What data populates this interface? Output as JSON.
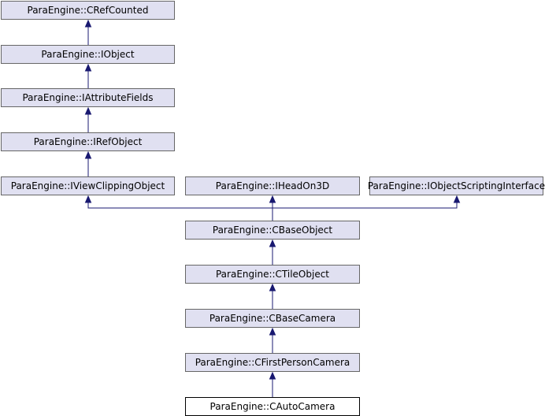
{
  "nodes": [
    {
      "id": "crefcounted",
      "label": "ParaEngine::CRefCounted",
      "current": false
    },
    {
      "id": "iobject",
      "label": "ParaEngine::IObject",
      "current": false
    },
    {
      "id": "iattributefields",
      "label": "ParaEngine::IAttributeFields",
      "current": false
    },
    {
      "id": "irefobject",
      "label": "ParaEngine::IRefObject",
      "current": false
    },
    {
      "id": "iviewclippingobject",
      "label": "ParaEngine::IViewClippingObject",
      "current": false
    },
    {
      "id": "iheadon3d",
      "label": "ParaEngine::IHeadOn3D",
      "current": false
    },
    {
      "id": "iobjectscriptinginterface",
      "label": "ParaEngine::IObjectScriptingInterface",
      "current": false
    },
    {
      "id": "cbaseobject",
      "label": "ParaEngine::CBaseObject",
      "current": false
    },
    {
      "id": "ctileobject",
      "label": "ParaEngine::CTileObject",
      "current": false
    },
    {
      "id": "cbasecamera",
      "label": "ParaEngine::CBaseCamera",
      "current": false
    },
    {
      "id": "cfirstpersoncamera",
      "label": "ParaEngine::CFirstPersonCamera",
      "current": false
    },
    {
      "id": "cautocamera",
      "label": "ParaEngine::CAutoCamera",
      "current": true
    }
  ],
  "edges": [
    {
      "from": "iobject",
      "to": "crefcounted"
    },
    {
      "from": "iattributefields",
      "to": "iobject"
    },
    {
      "from": "irefobject",
      "to": "iattributefields"
    },
    {
      "from": "iviewclippingobject",
      "to": "irefobject"
    },
    {
      "from": "cbaseobject",
      "to": "iviewclippingobject"
    },
    {
      "from": "cbaseobject",
      "to": "iheadon3d"
    },
    {
      "from": "cbaseobject",
      "to": "iobjectscriptinginterface"
    },
    {
      "from": "ctileobject",
      "to": "cbaseobject"
    },
    {
      "from": "cbasecamera",
      "to": "ctileobject"
    },
    {
      "from": "cfirstpersoncamera",
      "to": "cbasecamera"
    },
    {
      "from": "cautocamera",
      "to": "cfirstpersoncamera"
    }
  ]
}
